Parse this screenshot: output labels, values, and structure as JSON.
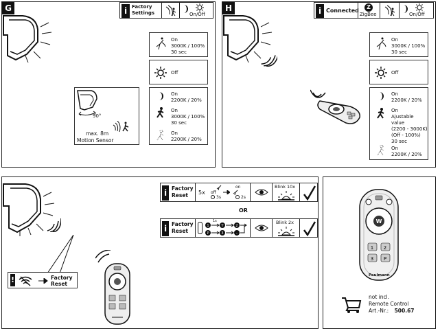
{
  "panels": {
    "g": {
      "tag": "G",
      "status_label": "Factory\nSettings",
      "status_onoff": "On/Off",
      "rows": [
        {
          "line1": "On",
          "line2": "3000K / 100%",
          "line3": "30 sec"
        },
        {
          "line1": "Off"
        },
        {
          "line1": "On",
          "line2": "2200K / 20%"
        },
        {
          "line1": "On",
          "line2": "3000K / 100%",
          "line3": "30 sec"
        },
        {
          "line1": "On",
          "line2": "2200K / 20%"
        }
      ],
      "sensor_angle": "90°",
      "sensor_range": "max. 8m",
      "sensor_label": "Motion Sensor"
    },
    "h": {
      "tag": "H",
      "status_label": "Connected",
      "status_zigbee": "ZigBee",
      "status_onoff": "On/Off",
      "rows": [
        {
          "line1": "On",
          "line2": "3000K / 100%",
          "line3": "30 sec"
        },
        {
          "line1": "Off"
        },
        {
          "line1": "On",
          "line2": "2200K / 20%"
        },
        {
          "line1": "On",
          "line2": "Ajustable value",
          "line3": "(2200 - 3000K)",
          "line4": "(Off - 100%)",
          "line5": "30 sec"
        },
        {
          "line1": "On",
          "line2": "2200K / 20%"
        }
      ]
    },
    "reset": {
      "row1_label": "Factory\nReset",
      "row1_count": "5x",
      "row1_off": "off",
      "row1_on": "on",
      "row1_t1": "3s",
      "row1_t2": "2s",
      "row1_blink": "Blink 10x",
      "or_label": "OR",
      "row2_label": "Factory\nReset",
      "row2_blink": "Blink 2x",
      "row2_t": "1s",
      "callout_label": "Factory\nReset"
    },
    "remote": {
      "brand": "Paulmann",
      "note1": "not incl.",
      "note2": "Remote Control",
      "note3_prefix": "Art.-Nr.:",
      "note3_number": "500.67"
    }
  }
}
